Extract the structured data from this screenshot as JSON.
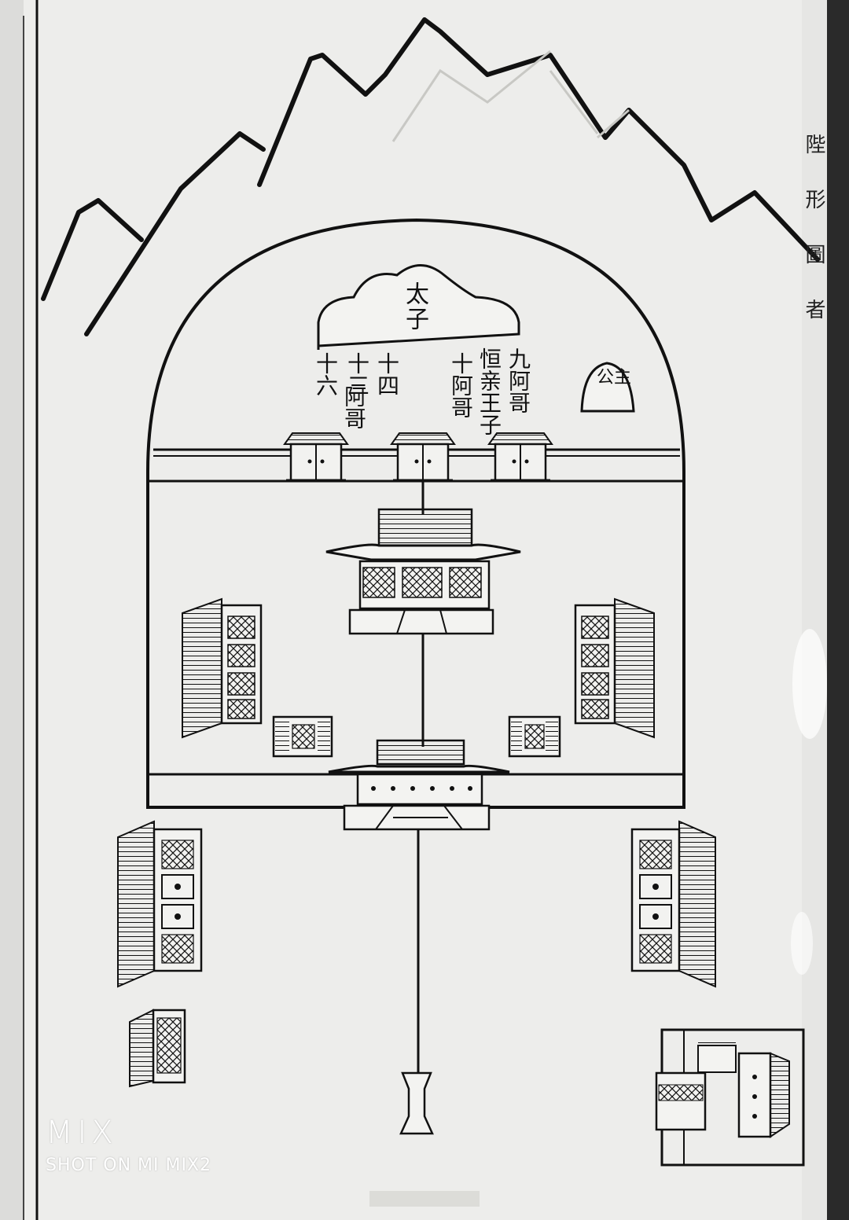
{
  "map": {
    "labels": {
      "crown_prince": "太子",
      "princes_left": [
        "十六",
        "十三",
        "十四",
        "阿哥"
      ],
      "princes_right": [
        "十阿哥",
        "恒亲王子",
        "九阿哥"
      ],
      "princess": "公主"
    },
    "margin_text": [
      "陛",
      "形",
      "圖",
      "者"
    ]
  },
  "watermark": {
    "logo": "MIX",
    "caption": "SHOT ON MI MIX2"
  }
}
